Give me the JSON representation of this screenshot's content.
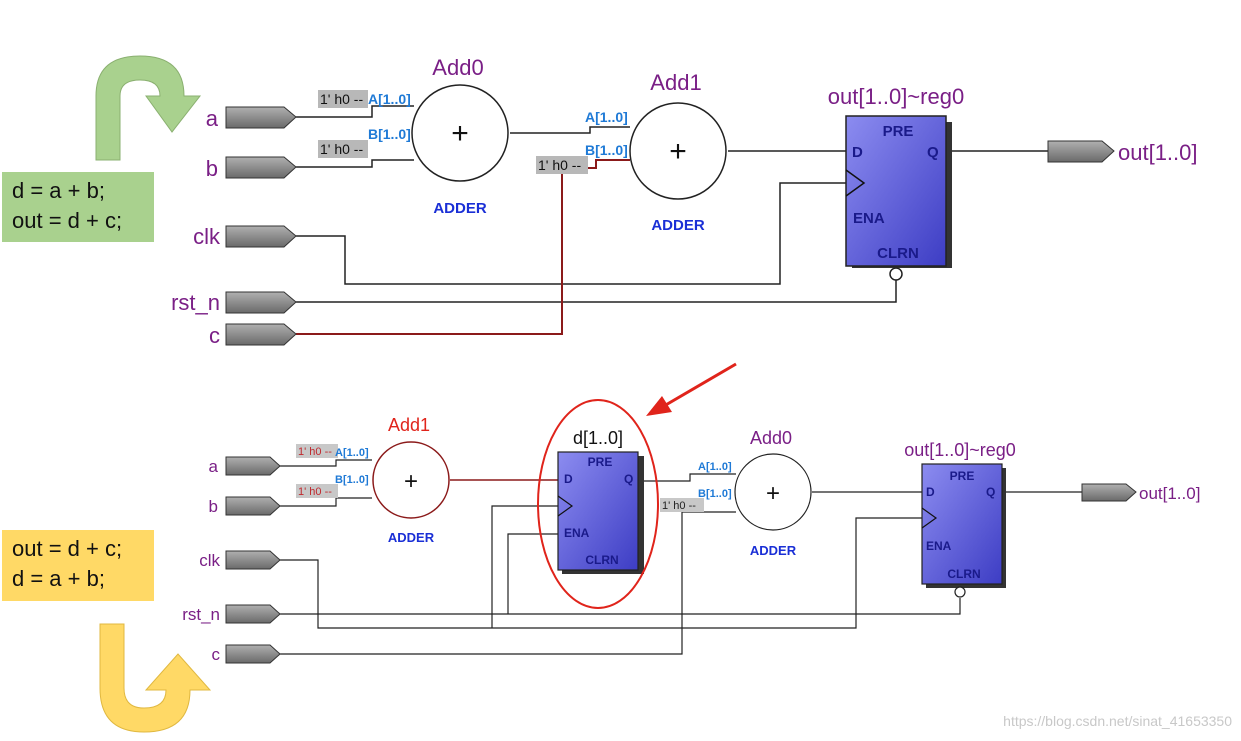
{
  "top": {
    "code": [
      "d = a + b;",
      "out = d + c;"
    ],
    "ports_in": [
      "a",
      "b",
      "clk",
      "rst_n",
      "c"
    ],
    "port_out": "out[1..0]",
    "add0": {
      "name": "Add0",
      "type": "ADDER",
      "symbol": "+",
      "pin_a": "A[1..0]",
      "pin_b": "B[1..0]"
    },
    "add1": {
      "name": "Add1",
      "type": "ADDER",
      "symbol": "+",
      "pin_a": "A[1..0]",
      "pin_b": "B[1..0]"
    },
    "reg": {
      "name": "out[1..0]~reg0",
      "pre": "PRE",
      "d": "D",
      "q": "Q",
      "ena": "ENA",
      "clrn": "CLRN"
    },
    "const_label": "1' h0 --"
  },
  "bottom": {
    "code": [
      "out = d + c;",
      "d = a + b;"
    ],
    "ports_in": [
      "a",
      "b",
      "clk",
      "rst_n",
      "c"
    ],
    "port_out": "out[1..0]",
    "add1": {
      "name": "Add1",
      "type": "ADDER",
      "symbol": "+",
      "pin_a": "A[1..0]",
      "pin_b": "B[1..0]"
    },
    "dreg": {
      "name": "d[1..0]",
      "pre": "PRE",
      "d": "D",
      "q": "Q",
      "ena": "ENA",
      "clrn": "CLRN"
    },
    "add0": {
      "name": "Add0",
      "type": "ADDER",
      "symbol": "+",
      "pin_a": "A[1..0]",
      "pin_b": "B[1..0]"
    },
    "reg": {
      "name": "out[1..0]~reg0",
      "pre": "PRE",
      "d": "D",
      "q": "Q",
      "ena": "ENA",
      "clrn": "CLRN"
    },
    "const_label": "1' h0 --"
  },
  "watermark": "https://blog.csdn.net/sinat_41653350",
  "colors": {
    "green_code": "#a9d18e",
    "yellow_code": "#ffd966",
    "purple_text": "#7a1f86",
    "blue_pin": "#1f7ad6",
    "adder_label": "#1a2fd6",
    "reg_fill": "#5b5bd6",
    "highlight_red": "#e0241b",
    "wire_red": "#8b1a1a"
  }
}
